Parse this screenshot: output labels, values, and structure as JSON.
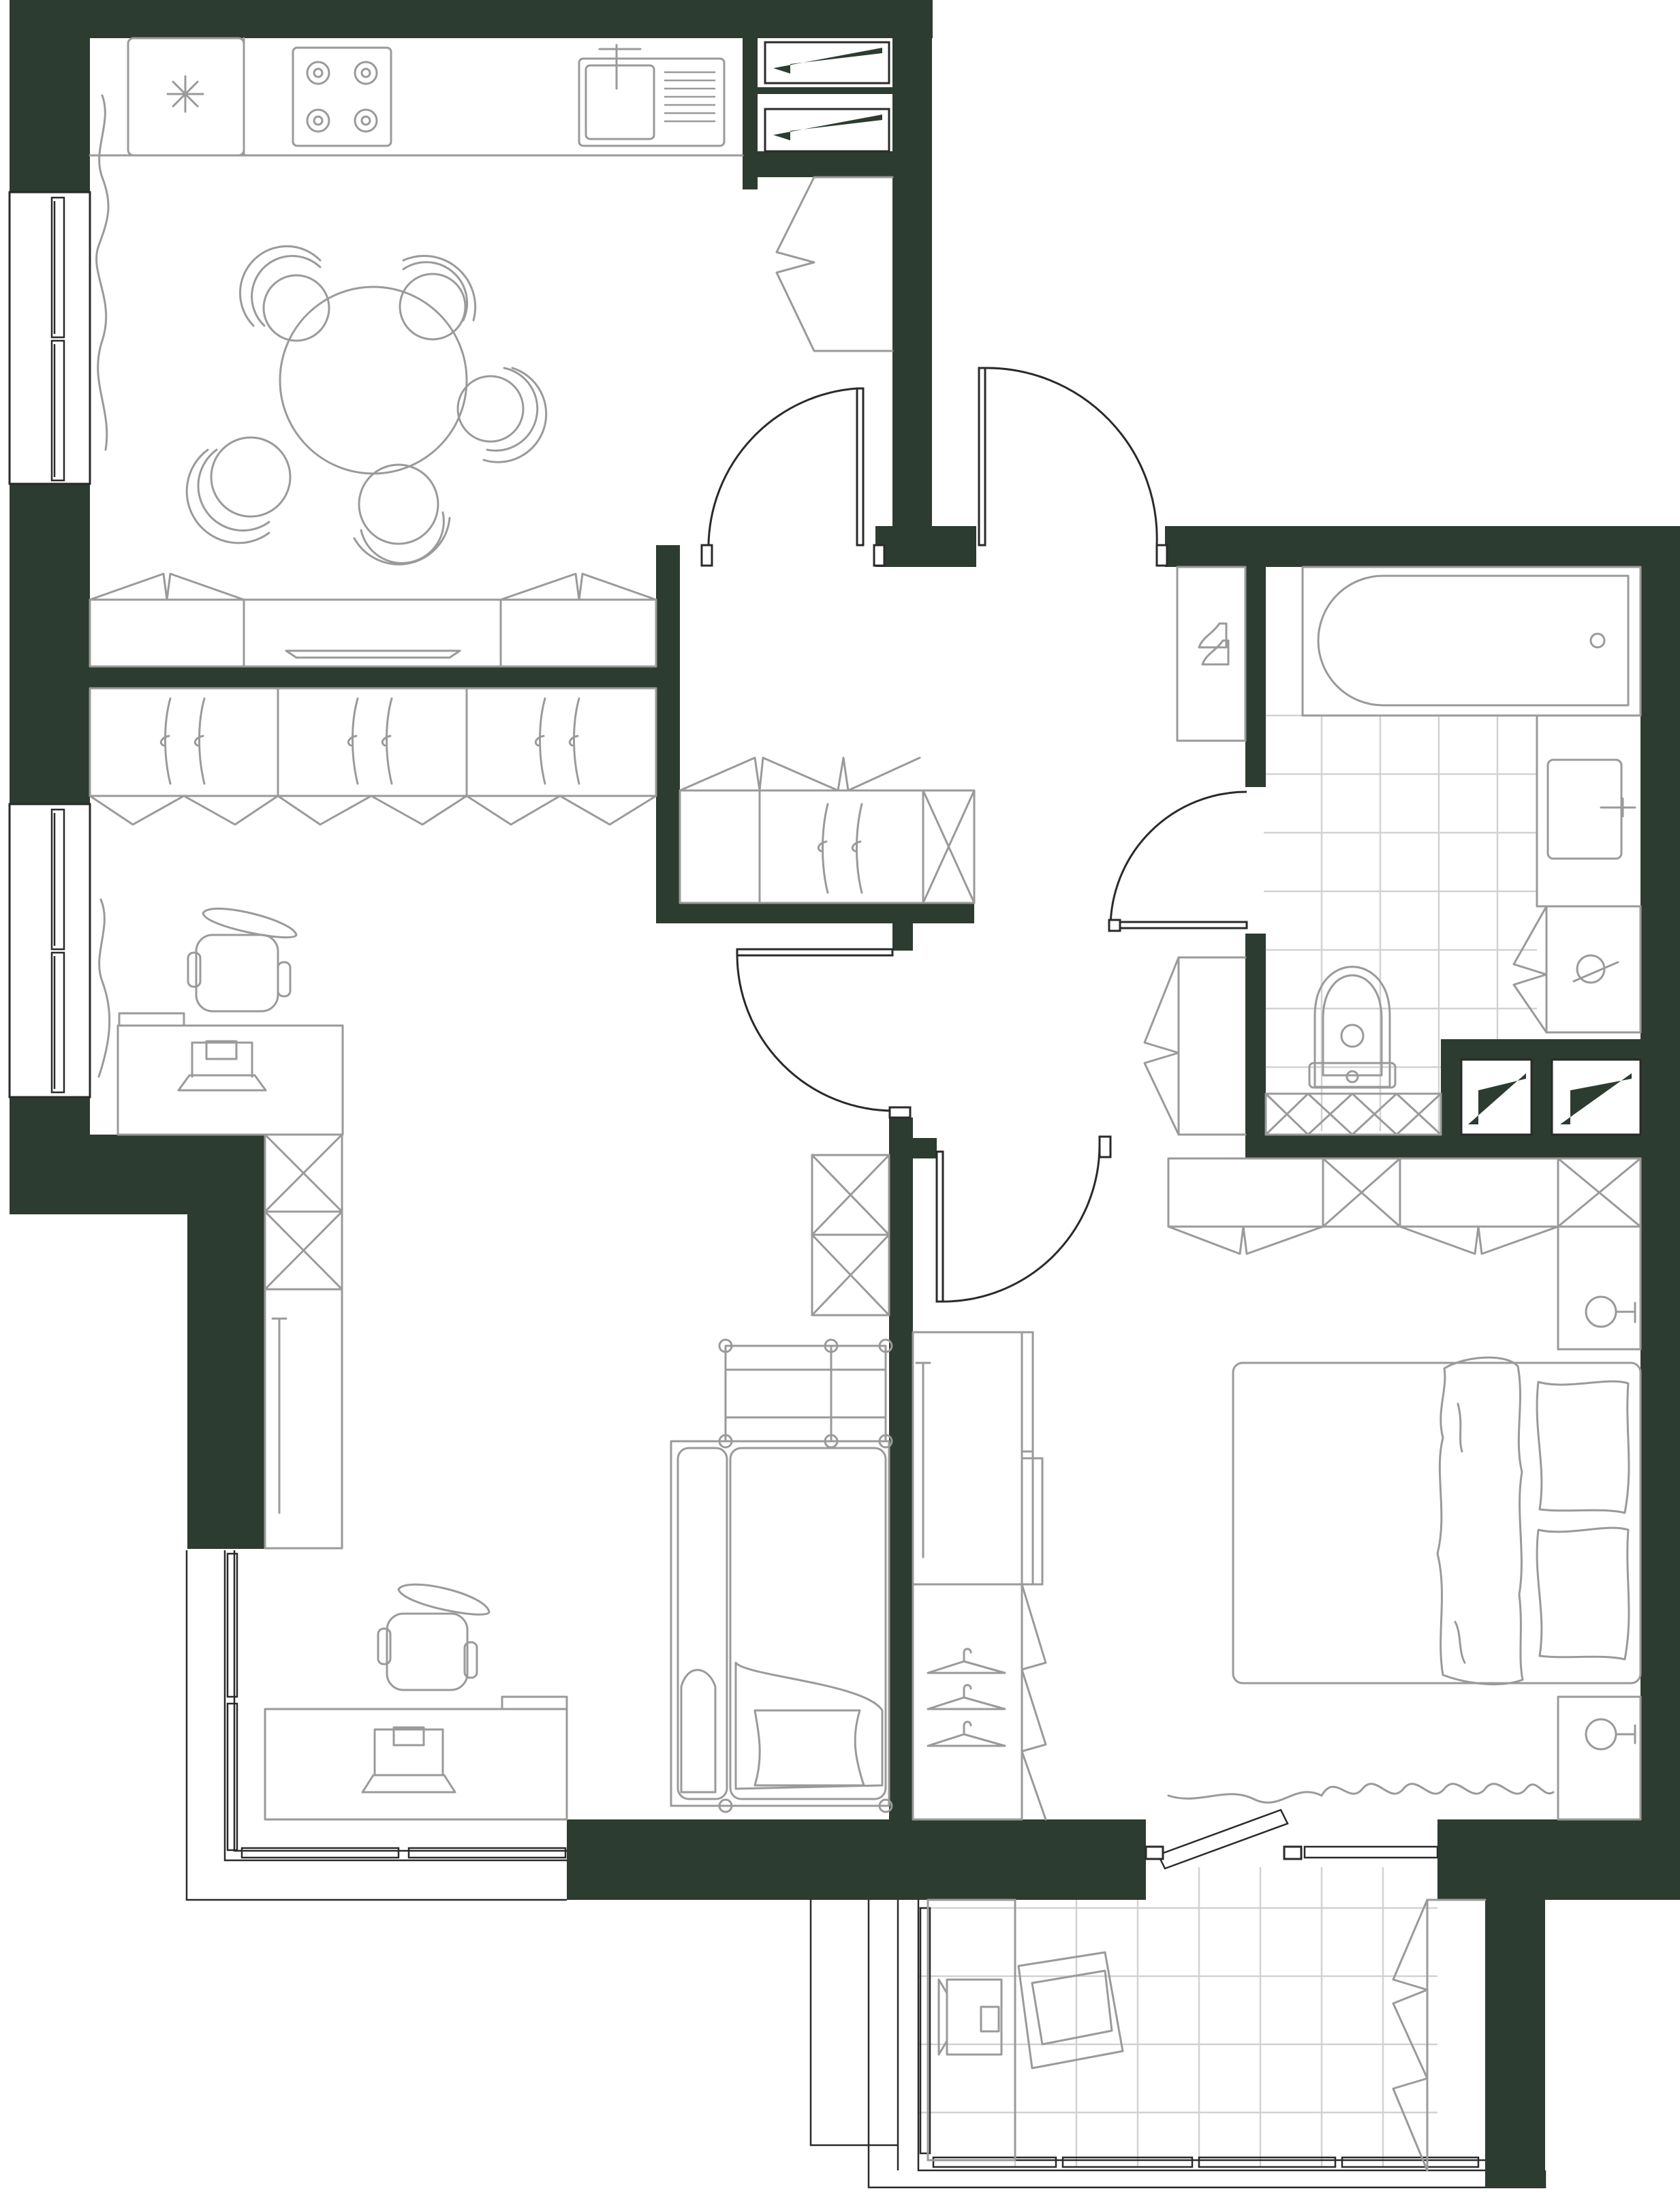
{
  "plan": {
    "title": "",
    "colors": {
      "walls": "#2c3c30",
      "furniture_lines": "#9a9a9a",
      "tile_grid": "#d2d2d2",
      "door_and_window_lines": "#2a2a2a",
      "background": "#ffffff"
    },
    "rooms": [
      {
        "id": "kitchen-dining",
        "label": ""
      },
      {
        "id": "living-study",
        "label": ""
      },
      {
        "id": "hallway",
        "label": ""
      },
      {
        "id": "bathroom",
        "label": ""
      },
      {
        "id": "bedroom",
        "label": ""
      },
      {
        "id": "balcony",
        "label": ""
      }
    ],
    "icons": [
      "fridge-icon",
      "hob-icon",
      "sink-icon",
      "dining-table-icon",
      "chair-icon",
      "wardrobe-icon",
      "coat-hanger-icon",
      "desk-icon",
      "laptop-icon",
      "office-chair-icon",
      "bunk-bed-icon",
      "double-bed-icon",
      "pillow-icon",
      "bathtub-icon",
      "washbasin-icon",
      "washing-machine-icon",
      "toilet-icon",
      "armchair-icon",
      "curtain-icon",
      "door-icon",
      "window-icon"
    ]
  }
}
